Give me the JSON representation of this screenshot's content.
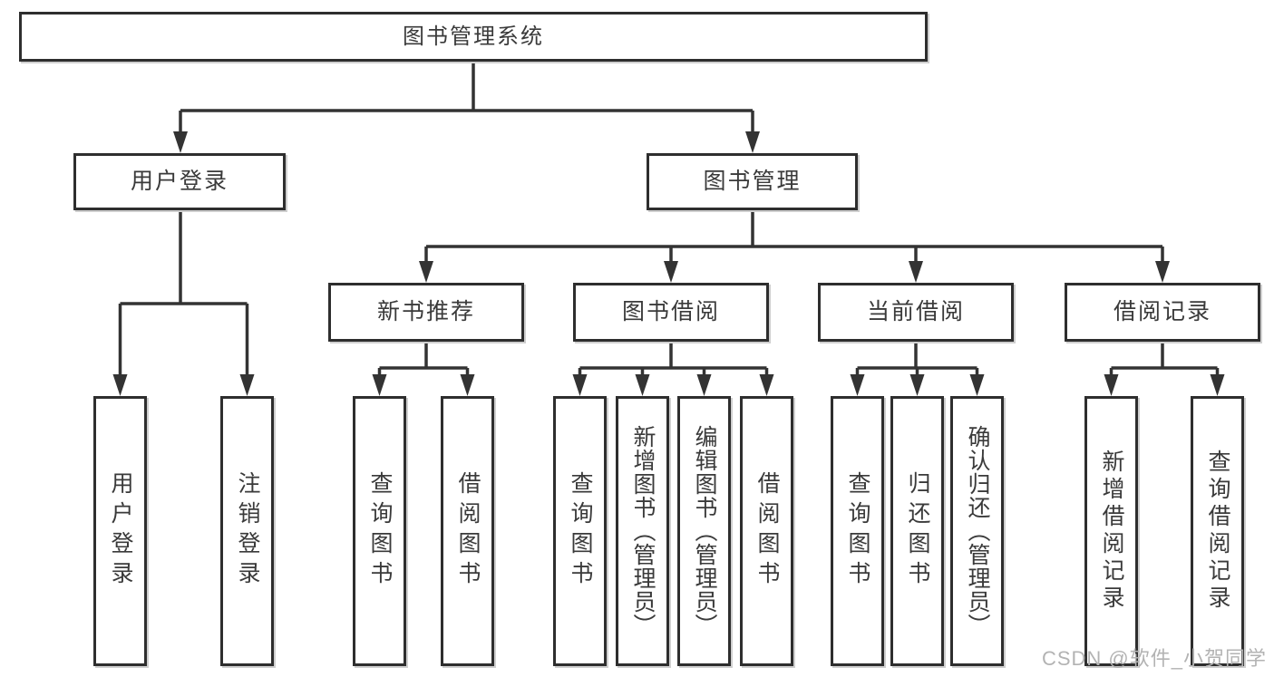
{
  "tree": {
    "label": "图书管理系统",
    "children": [
      {
        "label": "用户登录",
        "children": [
          {
            "label": "用户登录"
          },
          {
            "label": "注销登录"
          }
        ]
      },
      {
        "label": "图书管理",
        "children": [
          {
            "label": "新书推荐",
            "children": [
              {
                "label": "查询图书"
              },
              {
                "label": "借阅图书"
              }
            ]
          },
          {
            "label": "图书借阅",
            "children": [
              {
                "label": "查询图书"
              },
              {
                "label": "新增图书（管理员）"
              },
              {
                "label": "编辑图书（管理员）"
              },
              {
                "label": "借阅图书"
              }
            ]
          },
          {
            "label": "当前借阅",
            "children": [
              {
                "label": "查询图书"
              },
              {
                "label": "归还图书"
              },
              {
                "label": "确认归还（管理员）"
              }
            ]
          },
          {
            "label": "借阅记录",
            "children": [
              {
                "label": "新增借阅记录"
              },
              {
                "label": "查询借阅记录"
              }
            ]
          }
        ]
      }
    ]
  },
  "watermark": {
    "text": "CSDN @软件_小贺同学"
  },
  "colors": {
    "line": "#333333",
    "border": "#2e2e2e",
    "text": "#3a3a3a",
    "watermark": "#b3b3b3",
    "background": "#ffffff"
  }
}
